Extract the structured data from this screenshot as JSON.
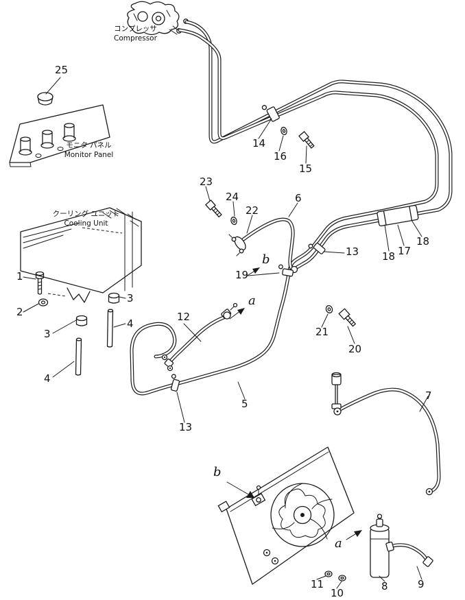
{
  "diagram": {
    "title": "Air conditioner piping parts diagram",
    "colors": {
      "ink": "#1a1a1a",
      "background": "#ffffff"
    },
    "annotations": {
      "compressor_jp": "コンプレッサ",
      "compressor_en": "Compressor",
      "monitor_panel_jp": "モニタ パネル",
      "monitor_panel_en": "Monitor Panel",
      "cooling_unit_jp": "クーリング ユニット",
      "cooling_unit_en": "Cooling Unit"
    },
    "callouts": {
      "n1": "1",
      "n2": "2",
      "n3_right": "3",
      "n3_left": "3",
      "n4_right": "4",
      "n4_left": "4",
      "n5": "5",
      "n6": "6",
      "n7": "7",
      "n8": "8",
      "n9": "9",
      "n10": "10",
      "n11": "11",
      "n12": "12",
      "n13_right": "13",
      "n13_bottom": "13",
      "n14": "14",
      "n15": "15",
      "n16": "16",
      "n17": "17",
      "n18_left": "18",
      "n18_right": "18",
      "n19": "19",
      "n20": "20",
      "n21": "21",
      "n22": "22",
      "n23": "23",
      "n24": "24",
      "n25": "25"
    },
    "view_letters": {
      "a_mid": "a",
      "b_mid": "b",
      "a_bottom": "a",
      "b_bottom": "b"
    }
  }
}
